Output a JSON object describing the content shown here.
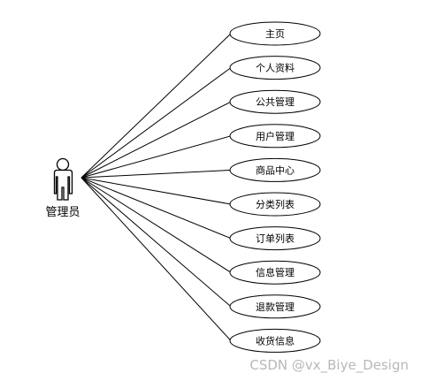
{
  "actor": {
    "label": "管理员"
  },
  "use_cases": [
    {
      "label": "主页"
    },
    {
      "label": "个人资料"
    },
    {
      "label": "公共管理"
    },
    {
      "label": "用户管理"
    },
    {
      "label": "商品中心"
    },
    {
      "label": "分类列表"
    },
    {
      "label": "订单列表"
    },
    {
      "label": "信息管理"
    },
    {
      "label": "退款管理"
    },
    {
      "label": "收货信息"
    }
  ],
  "watermark": "CSDN @vx_Biye_Design"
}
